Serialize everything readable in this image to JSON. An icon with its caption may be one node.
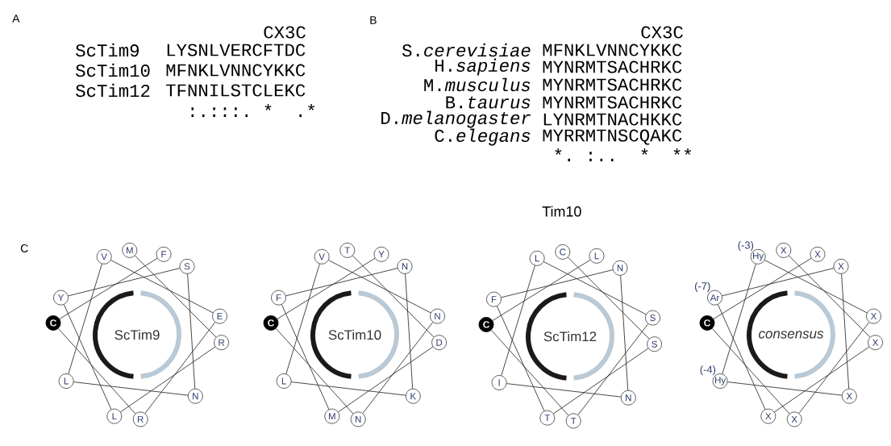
{
  "diagram": {
    "nodes": [
      {
        "text": [
          "ScTim9"
        ]
      },
      {
        "text": [
          "M"
        ]
      },
      {
        "text": [
          "R"
        ]
      },
      {
        "text": [
          "L"
        ]
      },
      {
        "text": [
          "Y"
        ]
      },
      {
        "text": [
          "S"
        ]
      },
      {
        "text": [
          "N"
        ]
      },
      {
        "text": [
          "L"
        ]
      },
      {
        "text": [
          "V"
        ]
      },
      {
        "text": [
          "E"
        ]
      },
      {
        "text": [
          "R"
        ]
      },
      {
        "text": [
          "C"
        ]
      },
      {
        "text": [
          "F"
        ]
      },
      {
        "text": [
          "ScTim10"
        ]
      },
      {
        "text": [
          "T"
        ]
      },
      {
        "text": [
          "D"
        ]
      },
      {
        "text": [
          "M"
        ]
      },
      {
        "text": [
          "F"
        ]
      },
      {
        "text": [
          "N"
        ]
      },
      {
        "text": [
          "K"
        ]
      },
      {
        "text": [
          "L"
        ]
      },
      {
        "text": [
          "V"
        ]
      },
      {
        "text": [
          "N"
        ]
      },
      {
        "text": [
          "N"
        ]
      },
      {
        "text": [
          "C"
        ]
      },
      {
        "text": [
          "Y"
        ]
      },
      {
        "text": [
          "ScTim12"
        ]
      },
      {
        "text": [
          "C"
        ]
      },
      {
        "text": [
          "S"
        ]
      },
      {
        "text": [
          "T"
        ]
      },
      {
        "text": [
          "F"
        ]
      },
      {
        "text": [
          "N"
        ]
      },
      {
        "text": [
          "N"
        ]
      },
      {
        "text": [
          "I"
        ]
      },
      {
        "text": [
          "L"
        ]
      },
      {
        "text": [
          "S"
        ]
      },
      {
        "text": [
          "T"
        ]
      },
      {
        "text": [
          "C"
        ]
      },
      {
        "text": [
          "L"
        ]
      },
      {
        "text": [
          "consensus"
        ]
      },
      {
        "text": [
          "X"
        ]
      },
      {
        "text": [
          "X"
        ]
      },
      {
        "text": [
          "X"
        ]
      },
      {
        "text": [
          "Ar"
        ],
        "beside": [
          "(-7)"
        ]
      },
      {
        "text": [
          "X"
        ]
      },
      {
        "text": [
          "X"
        ]
      },
      {
        "text": [
          "Hy"
        ],
        "beside": [
          "(-4)"
        ]
      },
      {
        "text": [
          "Hy"
        ],
        "beside": [
          "(-3)"
        ]
      },
      {
        "text": [
          "X"
        ]
      },
      {
        "text": [
          "X"
        ]
      },
      {
        "text": [
          "C"
        ]
      },
      {
        "text": [
          "X"
        ]
      }
    ],
    "edges": [
      {
        "from": 1,
        "to": 2,
        "arrow": "none"
      },
      {
        "from": 2,
        "to": 3,
        "arrow": "none"
      },
      {
        "from": 3,
        "to": 4,
        "arrow": "none"
      },
      {
        "from": 4,
        "to": 5,
        "arrow": "none"
      },
      {
        "from": 5,
        "to": 6,
        "arrow": "none"
      },
      {
        "from": 6,
        "to": 7,
        "arrow": "none"
      },
      {
        "from": 7,
        "to": 8,
        "arrow": "none"
      },
      {
        "from": 8,
        "to": 9,
        "arrow": "none"
      },
      {
        "from": 9,
        "to": 10,
        "arrow": "none"
      },
      {
        "from": 10,
        "to": 11,
        "arrow": "none"
      },
      {
        "from": 11,
        "to": 12,
        "arrow": "none"
      },
      {
        "from": 14,
        "to": 15,
        "arrow": "none"
      },
      {
        "from": 15,
        "to": 16,
        "arrow": "none"
      },
      {
        "from": 16,
        "to": 17,
        "arrow": "none"
      },
      {
        "from": 17,
        "to": 18,
        "arrow": "none"
      },
      {
        "from": 18,
        "to": 19,
        "arrow": "none"
      },
      {
        "from": 19,
        "to": 20,
        "arrow": "none"
      },
      {
        "from": 20,
        "to": 21,
        "arrow": "none"
      },
      {
        "from": 21,
        "to": 22,
        "arrow": "none"
      },
      {
        "from": 22,
        "to": 23,
        "arrow": "none"
      },
      {
        "from": 23,
        "to": 24,
        "arrow": "none"
      },
      {
        "from": 24,
        "to": 25,
        "arrow": "none"
      },
      {
        "from": 27,
        "to": 28,
        "arrow": "none"
      },
      {
        "from": 28,
        "to": 29,
        "arrow": "none"
      },
      {
        "from": 29,
        "to": 30,
        "arrow": "none"
      },
      {
        "from": 30,
        "to": 31,
        "arrow": "none"
      },
      {
        "from": 31,
        "to": 32,
        "arrow": "none"
      },
      {
        "from": 32,
        "to": 33,
        "arrow": "none"
      },
      {
        "from": 33,
        "to": 34,
        "arrow": "none"
      },
      {
        "from": 34,
        "to": 35,
        "arrow": "none"
      },
      {
        "from": 35,
        "to": 36,
        "arrow": "none"
      },
      {
        "from": 36,
        "to": 37,
        "arrow": "none"
      },
      {
        "from": 37,
        "to": 38,
        "arrow": "none"
      },
      {
        "from": 40,
        "to": 41,
        "arrow": "none"
      },
      {
        "from": 41,
        "to": 42,
        "arrow": "none"
      },
      {
        "from": 42,
        "to": 43,
        "arrow": "none"
      },
      {
        "from": 43,
        "to": 44,
        "arrow": "none"
      },
      {
        "from": 44,
        "to": 45,
        "arrow": "none"
      },
      {
        "from": 45,
        "to": 46,
        "arrow": "none"
      },
      {
        "from": 46,
        "to": 47,
        "arrow": "none"
      },
      {
        "from": 47,
        "to": 48,
        "arrow": "none"
      },
      {
        "from": 48,
        "to": 49,
        "arrow": "none"
      },
      {
        "from": 49,
        "to": 50,
        "arrow": "none"
      },
      {
        "from": 50,
        "to": 51,
        "arrow": "none"
      }
    ],
    "labels": [
      "A",
      "CX3C",
      "ScTim9",
      "LYSNLVERCFTDC",
      "ScTim10",
      "MFNKLVNNCYKKC",
      "ScTim12",
      "TFNNILSTCLEKC",
      ":.:::. *  .*",
      "B",
      "CX3C",
      "S.*cerevisiae*",
      "MFNKLVNNCYKKC",
      "H.*sapiens*",
      "MYNRMTSACHRKC",
      "M.*musculus*",
      "MYNRMTSACHRKC",
      "B.*taurus*",
      "MYNRMTSACHRKC",
      "D.*melanogaster*",
      "LYNRMTNACHKKC",
      "C.*elegans*",
      "MYRRMTNSCQAKC",
      "*. :..  *  **",
      "Tim10",
      "C"
    ]
  }
}
